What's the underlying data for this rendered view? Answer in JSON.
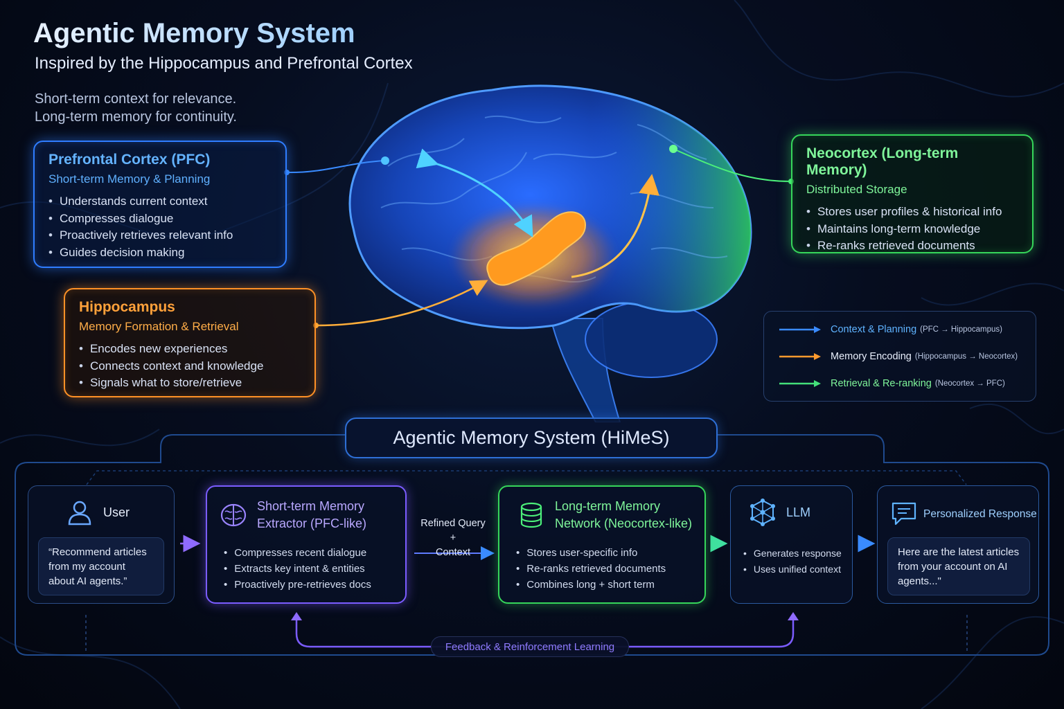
{
  "header": {
    "title": "Agentic Memory System",
    "subtitle": "Inspired by the Hippocampus and Prefrontal Cortex",
    "tagline_1": "Short-term context for relevance.",
    "tagline_2": "Long-term memory for continuity."
  },
  "colors": {
    "pfc": "#2f7dff",
    "hippocampus": "#ff9126",
    "neocortex": "#36d65a",
    "short_term": "#7b5cff",
    "feedback": "#8f7bff"
  },
  "pfc_card": {
    "title": "Prefrontal Cortex (PFC)",
    "subtitle": "Short-term Memory & Planning",
    "items": [
      "Understands current context",
      "Compresses dialogue",
      "Proactively retrieves relevant info",
      "Guides decision making"
    ]
  },
  "hippocampus_card": {
    "title": "Hippocampus",
    "subtitle": "Memory Formation & Retrieval",
    "items": [
      "Encodes new experiences",
      "Connects context and knowledge",
      "Signals what to store/retrieve"
    ]
  },
  "neocortex_card": {
    "title": "Neocortex (Long-term Memory)",
    "subtitle": "Distributed Storage",
    "items": [
      "Stores user profiles & historical info",
      "Maintains long-term knowledge",
      "Re-ranks retrieved documents"
    ]
  },
  "legend": [
    {
      "label": "Context & Planning",
      "detail": "(PFC → Hippocampus)",
      "color": "#3a8bff"
    },
    {
      "label": "Memory Encoding",
      "detail": "(Hippocampus → Neocortex)",
      "color": "#ff9a2e"
    },
    {
      "label": "Retrieval & Re-ranking",
      "detail": "(Neocortex → PFC)",
      "color": "#44e07a"
    }
  ],
  "system": {
    "title": "Agentic Memory System (HiMeS)",
    "user": {
      "label": "User",
      "icon": "user-icon",
      "quote": "“Recommend articles from my account about AI agents.”"
    },
    "stm": {
      "label_1": "Short-term Memory",
      "label_2": "Extractor (PFC-like)",
      "icon": "brain-icon",
      "items": [
        "Compresses recent dialogue",
        "Extracts key intent & entities",
        "Proactively pre-retrieves docs"
      ]
    },
    "refined": {
      "line_1": "Refined Query",
      "line_2": "+",
      "line_3": "Context"
    },
    "ltm": {
      "label_1": "Long-term Memory",
      "label_2": "Network (Neocortex-like)",
      "icon": "database-icon",
      "items": [
        "Stores user-specific info",
        "Re-ranks retrieved documents",
        "Combines long + short term"
      ]
    },
    "llm": {
      "label": "LLM",
      "icon": "network-icon",
      "items": [
        "Generates response",
        "Uses unified context"
      ]
    },
    "response": {
      "label": "Personalized Response",
      "icon": "chat-icon",
      "quote": "Here are the latest articles from your account on AI agents...\""
    },
    "feedback": "Feedback & Reinforcement Learning"
  }
}
